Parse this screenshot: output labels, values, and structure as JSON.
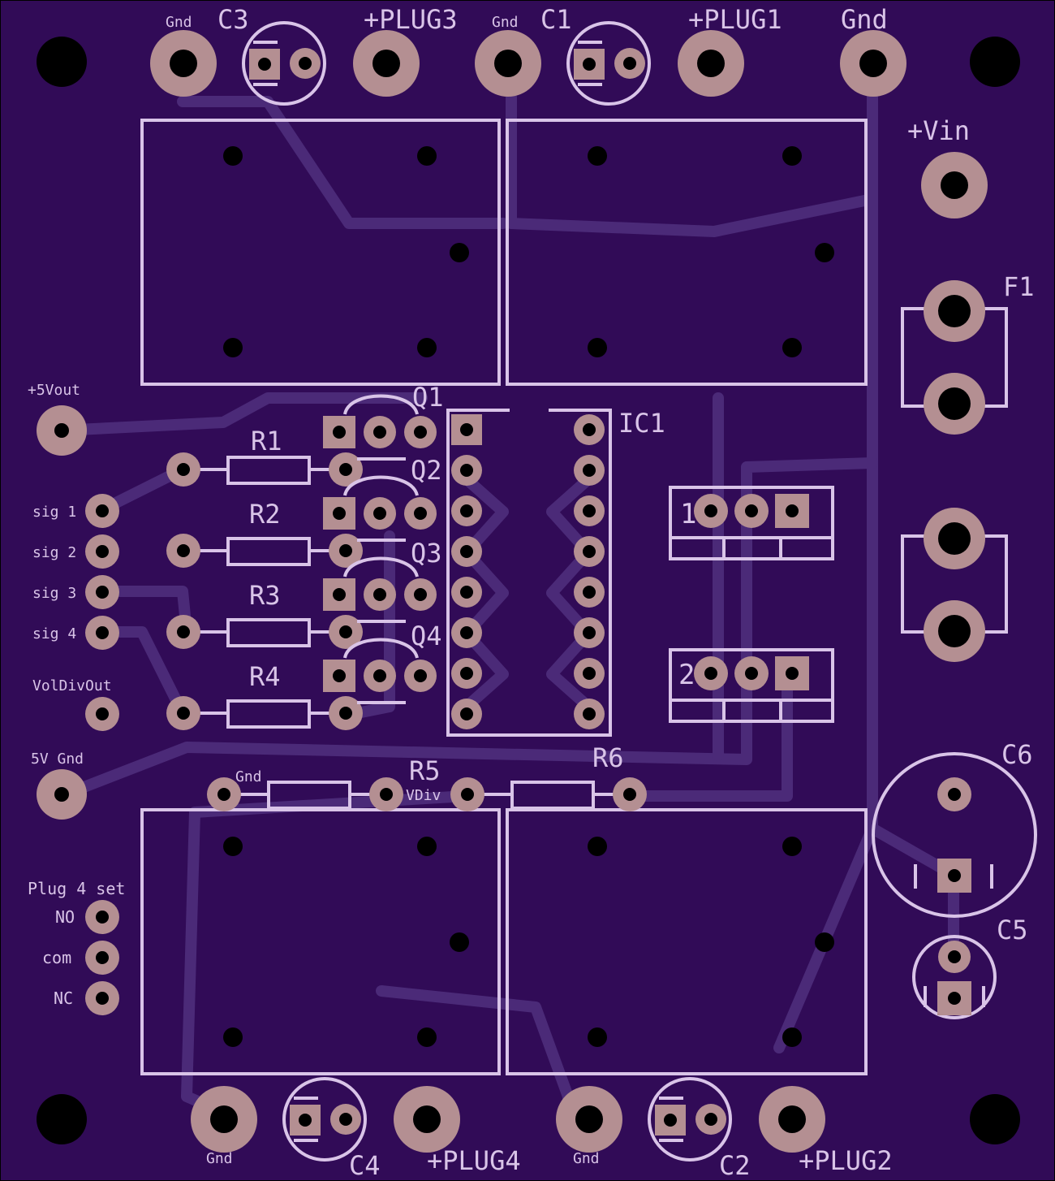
{
  "board": {
    "colors": {
      "substrate": "#310b57",
      "silkscreen": "#d9c4e8",
      "pad": "#b48f92",
      "trace": "#4b2a78",
      "drill": "#000000"
    },
    "labels": {
      "c3": "C3",
      "plug3": "+PLUG3",
      "c1": "C1",
      "plug1": "+PLUG1",
      "gnd_top_a": "Gnd",
      "gnd_top_b": "Gnd",
      "gnd_top_c": "Gnd",
      "vin": "+Vin",
      "f1": "F1",
      "five_vout": "+5Vout",
      "r1": "R1",
      "r2": "R2",
      "r3": "R3",
      "r4": "R4",
      "q1": "Q1",
      "q2": "Q2",
      "q3": "Q3",
      "q4": "Q4",
      "ic1": "IC1",
      "sig1": "sig 1",
      "sig2": "sig 2",
      "sig3": "sig 3",
      "sig4": "sig 4",
      "voldivout": "VolDivOut",
      "five_v_gnd": "5V Gnd",
      "gnd_r5": "Gnd",
      "r5": "R5",
      "r6": "R6",
      "vdiv": "VDiv",
      "c6": "C6",
      "c5": "C5",
      "plug4_set": "Plug 4 set",
      "no": "NO",
      "com": "com",
      "nc": "NC",
      "reg1_mark": "1",
      "reg2_mark": "2",
      "gnd_bot_a": "Gnd",
      "c4": "C4",
      "plug4": "+PLUG4",
      "gnd_bot_b": "Gnd",
      "c2": "C2",
      "plug2": "+PLUG2"
    }
  }
}
